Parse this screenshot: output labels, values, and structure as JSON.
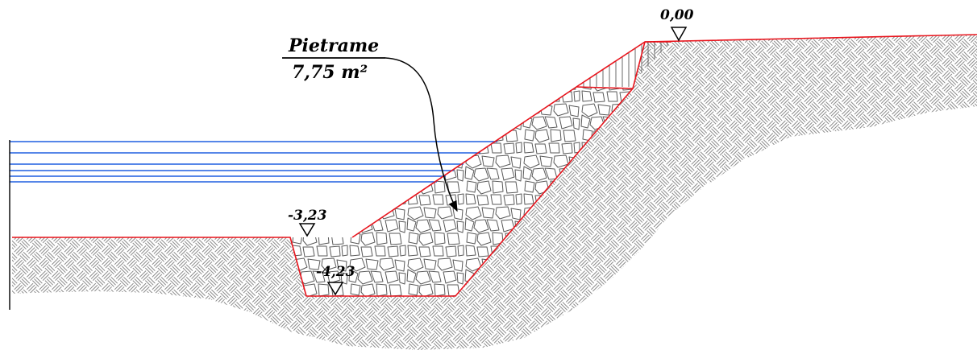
{
  "annotation": {
    "material": "Pietrame",
    "area": "7,75  m²"
  },
  "elevations": {
    "top": "0,00",
    "bed_left": "-3,23",
    "trench_bottom": "-4,23"
  },
  "colors": {
    "section_outline": "#e8141c",
    "water_lines": "#1f5fe0",
    "soil_hatch": "#8a8a8a",
    "stone_outline": "#5a5a5a",
    "ink": "#000000"
  },
  "hatch_names": {
    "soil": "herringbone-soil-hatch",
    "riprap": "random-stone-hatch",
    "fill": "vertical-line-hatch"
  }
}
